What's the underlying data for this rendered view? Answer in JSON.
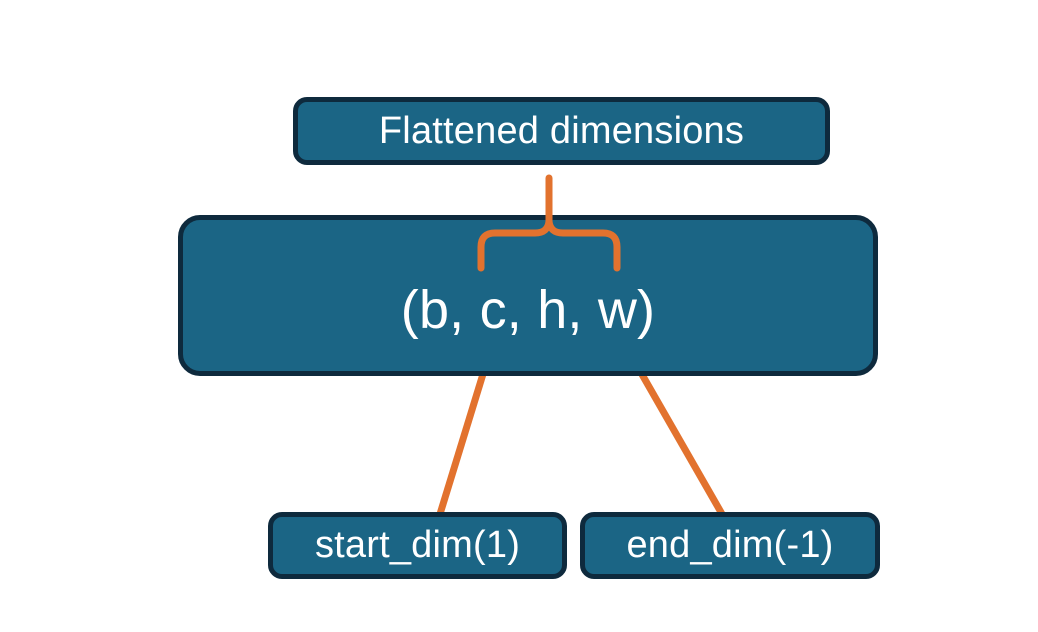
{
  "diagram": {
    "title": "Flatten dimensions annotation diagram",
    "background_color": "#ffffff",
    "node_fill_color": "#1b6585",
    "node_border_color": "#0e2a3d",
    "node_text_color": "#ffffff",
    "annotation_color": "#e2722e",
    "nodes": {
      "flattened": {
        "label": "Flattened dimensions"
      },
      "shape": {
        "label": "(b, c, h, w)"
      },
      "start_dim": {
        "label": "start_dim(1)"
      },
      "end_dim": {
        "label": "end_dim(-1)"
      }
    },
    "annotations": {
      "brace": {
        "name": "curly-brace",
        "spans": "c, h, w",
        "color": "#e2722e"
      },
      "arrow_start": {
        "name": "arrow-start-dim-to-c",
        "from": "start_dim(1)",
        "to": "c",
        "color": "#e2722e"
      },
      "arrow_end": {
        "name": "arrow-end-dim-to-w",
        "from": "end_dim(-1)",
        "to": "w",
        "color": "#e2722e"
      }
    }
  }
}
